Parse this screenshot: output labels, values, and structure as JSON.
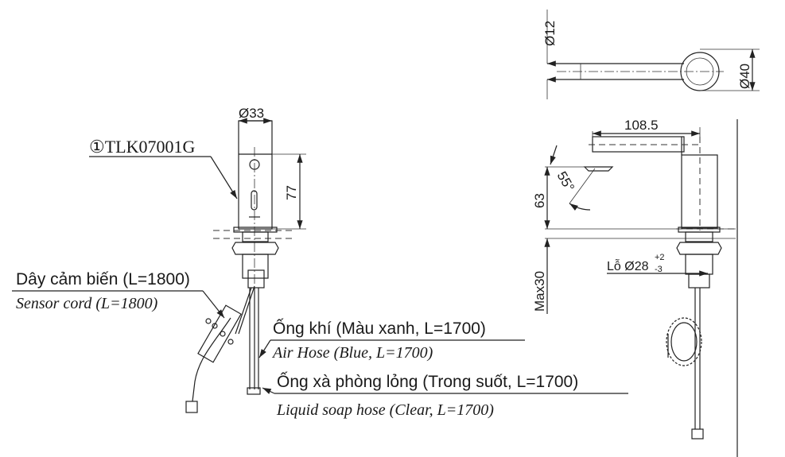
{
  "front_view": {
    "model_label": "①TLK07001G",
    "dim_diameter": "Ø33",
    "dim_height": "77"
  },
  "side_view": {
    "dim_length": "108.5",
    "dim_height": "63",
    "dim_angle": "55°",
    "dim_max_thickness": "Max30",
    "hole_label": "Lỗ Ø28",
    "hole_tol_upper": "+2",
    "hole_tol_lower": "-3"
  },
  "top_view": {
    "dim_spout_diameter": "Ø12",
    "dim_head_diameter": "Ø40"
  },
  "callouts": {
    "sensor_vi": "Dây cảm biến (L=1800)",
    "sensor_en": "Sensor cord (L=1800)",
    "air_vi": "Ống khí (Màu xanh, L=1700)",
    "air_en": "Air Hose (Blue, L=1700)",
    "soap_vi": "Ống xà phòng lỏng (Trong suốt, L=1700)",
    "soap_en": "Liquid soap hose (Clear, L=1700)"
  }
}
